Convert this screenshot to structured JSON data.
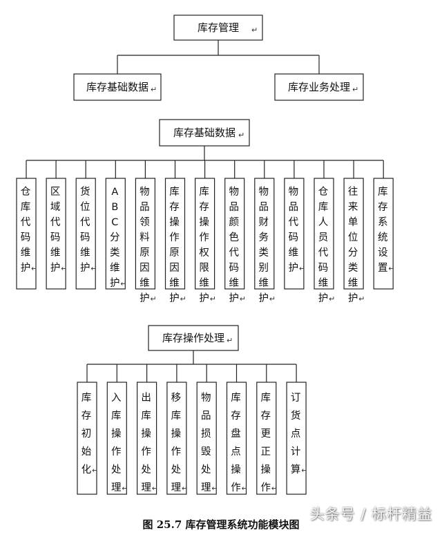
{
  "para_mark": "↵",
  "top": {
    "root": "库存管理",
    "children": [
      "库存基础数据",
      "库存业务处理"
    ]
  },
  "basic": {
    "root": "库存基础数据",
    "children": [
      "仓库代码维护",
      "区域代码维护",
      "货位代码维护",
      "ABC分类维护",
      "物品领料原因维护",
      "库存操作原因维护",
      "库存操作权限维护",
      "物品颜色代码维护",
      "物品财务类别维护",
      "物品代码维护",
      "仓库人员代码维护",
      "往来单位分类维护",
      "库存系统设置"
    ]
  },
  "operation": {
    "root": "库存操作处理",
    "children": [
      "库存初始化",
      "入库操作处理",
      "出库操作处理",
      "移库操作处理",
      "物品损毁处理",
      "库存盘点操作",
      "库存更正操作",
      "订货点计算"
    ]
  },
  "caption": "图 25.7  库存管理系统功能模块图",
  "watermark": "头条号 / 标杆精益"
}
